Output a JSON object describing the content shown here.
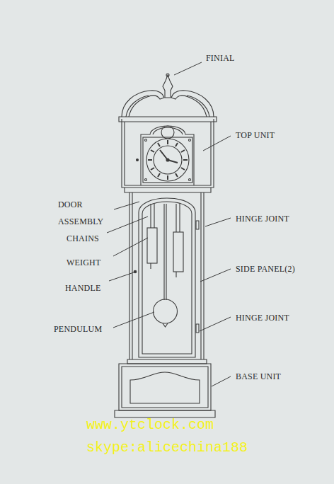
{
  "diagram": {
    "labels": [
      "FINIAL",
      "TOP UNIT",
      "DOOR ASSEMBLY",
      "HINGE JOINT",
      "CHAINS",
      "WEIGHT",
      "SIDE PANEL(2)",
      "HANDLE",
      "HINGE JOINT",
      "PENDULUM",
      "BASE UNIT",
      "www.ytclock.com",
      "skype:alicechina188"
    ]
  }
}
